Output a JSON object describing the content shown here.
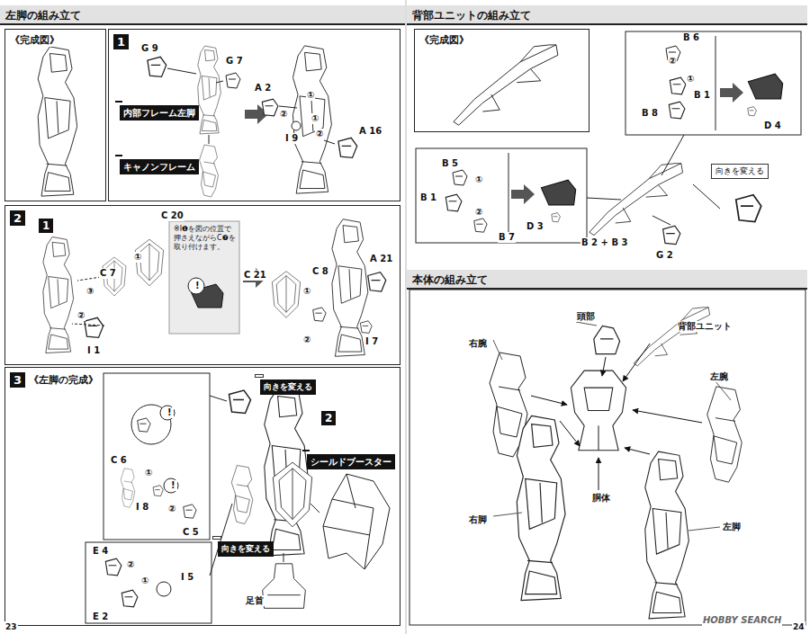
{
  "diagram": {
    "nodes": [
      {
        "text": [
          "左脚の組み立て"
        ]
      },
      {
        "text": [
          "《完成図》"
        ]
      },
      {
        "text": [
          "1"
        ]
      },
      {
        "text": [
          "内部フレーム左脚"
        ],
        "in": 2
      },
      {
        "text": [
          "キャノンフレーム"
        ],
        "in": 2
      },
      {
        "text": [
          "2"
        ]
      },
      {
        "text": [
          "1"
        ],
        "in": 5
      },
      {
        "text": [
          "3",
          "《左脚の完成》"
        ]
      },
      {
        "text": [
          "向きを変える"
        ],
        "in": 7
      },
      {
        "text": [
          "2"
        ],
        "in": 7
      },
      {
        "text": [
          "シールドブースター"
        ],
        "in": 7
      },
      {
        "text": [
          "向きを変える"
        ],
        "in": 7
      },
      {
        "text": [
          "背部ユニットの組み立て"
        ]
      },
      {
        "text": [
          "《完成図》"
        ]
      },
      {
        "text": [
          "向きを変える"
        ]
      },
      {
        "text": [
          "本体の組み立て"
        ]
      }
    ],
    "labels": [
      "G 9",
      "G 7",
      "A 2",
      "①",
      "②",
      "①",
      "I 9",
      "②",
      "A 16",
      "C 7",
      "③",
      "①",
      "C 20",
      "※I❶を図の位置で押さえながらC❼を取り付けます。",
      "②",
      "I 1",
      "C 21",
      "①",
      "②",
      "C 8",
      "A 21",
      "I 7",
      "C 6",
      "①",
      "I 8",
      "②",
      "C 5",
      "E 4",
      "②",
      "①",
      "I 5",
      "E 2",
      "足首",
      "B 6",
      "②",
      "①",
      "B 1",
      "B 8",
      "D 4",
      "B 5",
      "①",
      "B 1",
      "②",
      "B 7",
      "D 3",
      "B 2 + B 3",
      "G 2",
      "右腕",
      "頭部",
      "背部ユニット",
      "左腕",
      "右脚",
      "胴体",
      "左脚",
      "23",
      "24",
      "HOBBY SEARCH",
      "!",
      "!",
      "!"
    ]
  }
}
